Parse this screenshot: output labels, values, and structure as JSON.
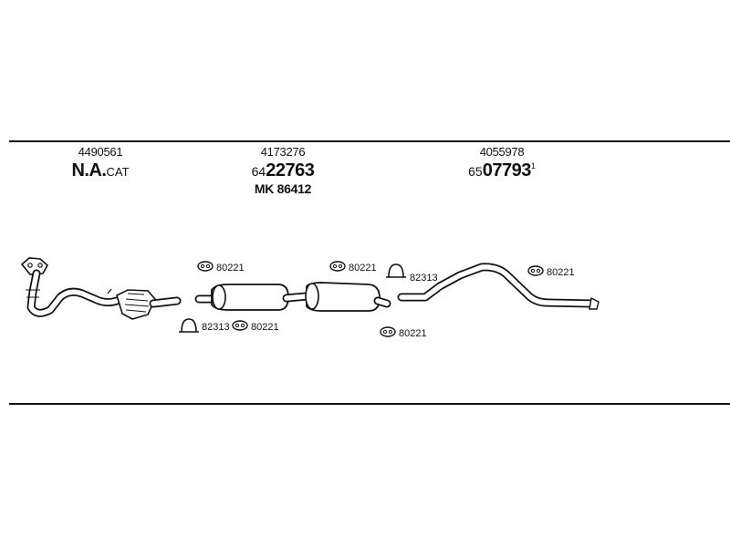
{
  "parts": {
    "front": {
      "part_number": "4490561",
      "code_main": "N.A.",
      "code_suffix": "CAT"
    },
    "middle": {
      "part_number": "4173276",
      "code_prefix": "64",
      "code_main": "22763",
      "secondary": "MK 86412"
    },
    "rear": {
      "part_number": "4055978",
      "code_prefix": "65",
      "code_main": "07793",
      "code_sup": "1"
    }
  },
  "callouts": {
    "c1": "80221",
    "c2": "82313",
    "c3": "80221",
    "c4": "80221",
    "c5": "82313",
    "c6": "80221",
    "c7": "80221"
  },
  "colors": {
    "line": "#111111",
    "background": "#ffffff"
  }
}
